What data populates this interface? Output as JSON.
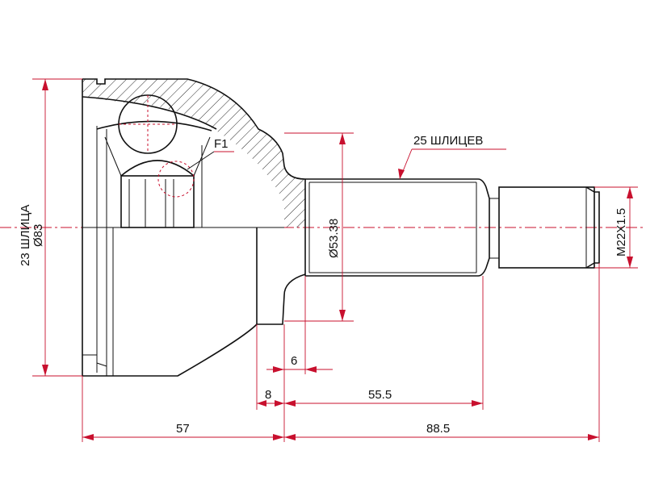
{
  "labels": {
    "splines_outer": "25 ШЛИЦЕВ",
    "splines_inner_count": "23 ШЛИЦА",
    "outer_diameter": "Ø83",
    "shaft_diameter": "Ø53.38",
    "thread": "M22X1.5",
    "feature": "F1"
  },
  "dimensions": {
    "d6": "6",
    "d8": "8",
    "d55_5": "55.5",
    "d57": "57",
    "d88_5": "88.5"
  },
  "colors": {
    "dimension": "#c8102e",
    "outline": "#111111"
  }
}
